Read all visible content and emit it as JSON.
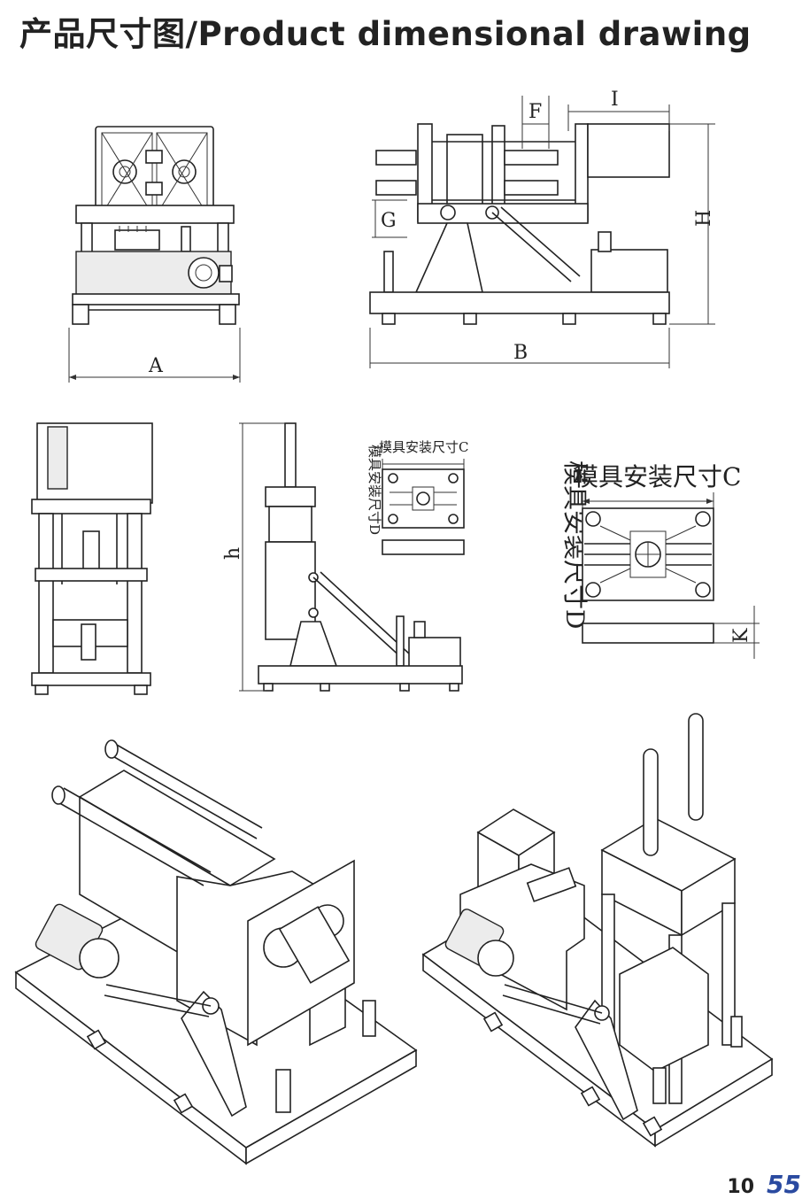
{
  "header": {
    "title": "产品尺寸图/Product dimensional drawing"
  },
  "labels": {
    "A": "A",
    "B": "B",
    "F": "F",
    "I": "I",
    "G": "G",
    "H": "H",
    "h": "h",
    "K": "K",
    "C": "C",
    "D": "D",
    "mold_c_small": "模具安装尺寸C",
    "mold_d_small": "模具安装尺寸D",
    "mold_c_large": "模具安装尺寸C",
    "mold_d_large": "模具安装尺寸D"
  },
  "footer": {
    "page_a": "10",
    "page_b": "55"
  }
}
